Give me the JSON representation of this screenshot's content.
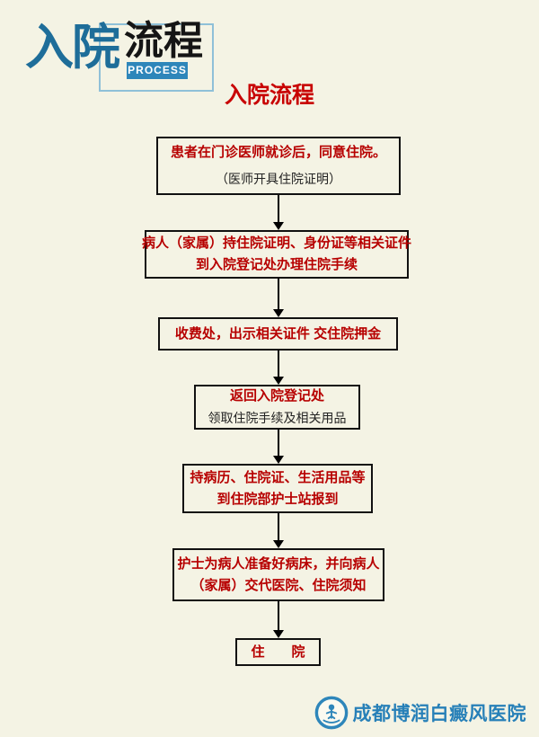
{
  "page": {
    "background": "#f4f3e4"
  },
  "brand": {
    "main_text": "入院",
    "secondary_text": "流程",
    "subtitle": "PROCESS",
    "main_color": "#1e6d99",
    "subtitle_bg_color": "#2e86ba",
    "frame_border_color": "#8fc0d8"
  },
  "title": {
    "text": "入院流程",
    "color": "#c80000"
  },
  "flowchart": {
    "box_border_color": "#111111",
    "text_color_primary": "#b70000",
    "text_color_secondary": "#222222",
    "steps": [
      {
        "lines": [
          {
            "text": "患者在门诊医师就诊后，同意住院。"
          },
          {
            "text": "（医师开具住院证明）"
          }
        ]
      },
      {
        "lines": [
          {
            "text": "病人（家属）持住院证明、身份证等相关证件"
          },
          {
            "text": "到入院登记处办理住院手续"
          }
        ]
      },
      {
        "lines": [
          {
            "text": "收费处，出示相关证件 交住院押金"
          }
        ]
      },
      {
        "lines": [
          {
            "text": "返回入院登记处"
          },
          {
            "text": "领取住院手续及相关用品"
          }
        ]
      },
      {
        "lines": [
          {
            "text": "持病历、住院证、生活用品等"
          },
          {
            "text": "到住院部护士站报到"
          }
        ]
      },
      {
        "lines": [
          {
            "text": "护士为病人准备好病床，并向病人"
          },
          {
            "text": "（家属）交代医院、住院须知"
          }
        ]
      },
      {
        "lines": [
          {
            "text": "住　　院"
          }
        ]
      }
    ]
  },
  "footer": {
    "hospital_name": "成都博润白癜风医院",
    "color": "#2780b8",
    "logo_icon": "hospital-badge-icon"
  }
}
